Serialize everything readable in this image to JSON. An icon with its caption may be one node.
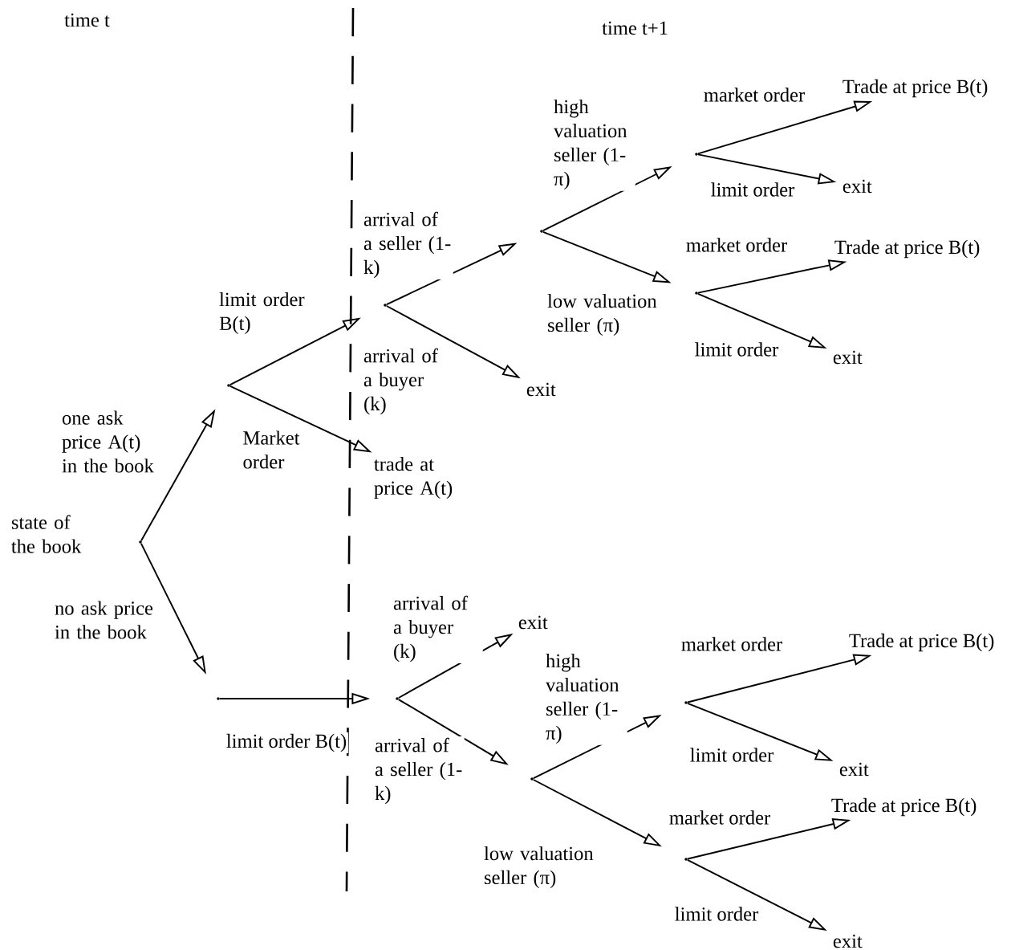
{
  "diagram": {
    "nodes": [
      {
        "text": [
          "state of the book"
        ]
      },
      {
        "text": [],
        "shape": "point"
      },
      {
        "text": [],
        "shape": "point"
      },
      {
        "text": [],
        "shape": "point"
      },
      {
        "text": [],
        "shape": "point"
      },
      {
        "text": [
          "trade at price A(t)"
        ]
      },
      {
        "text": [],
        "shape": "point"
      },
      {
        "text": [
          "exit"
        ]
      },
      {
        "text": [],
        "shape": "point"
      },
      {
        "text": [],
        "shape": "point"
      },
      {
        "text": [
          "Trade at price B(t)"
        ]
      },
      {
        "text": [
          "exit"
        ]
      },
      {
        "text": [
          "Trade at price B(t)"
        ]
      },
      {
        "text": [
          "exit"
        ]
      },
      {
        "text": [],
        "shape": "point"
      },
      {
        "text": [
          "exit"
        ]
      },
      {
        "text": [],
        "shape": "point"
      },
      {
        "text": [],
        "shape": "point"
      },
      {
        "text": [],
        "shape": "point"
      },
      {
        "text": [
          "Trade at price B(t)"
        ]
      },
      {
        "text": [
          "exit"
        ]
      },
      {
        "text": [
          "Trade at price B(t)"
        ]
      },
      {
        "text": [
          "exit"
        ]
      }
    ],
    "edges": [
      {
        "from": 1,
        "to": 2,
        "arrow": "to",
        "label": "one ask price A(t) in the book"
      },
      {
        "from": 1,
        "to": 3,
        "arrow": "to",
        "label": "no ask price in the book"
      },
      {
        "from": 2,
        "to": 4,
        "arrow": "to",
        "label": "limit order B(t)"
      },
      {
        "from": 2,
        "to": 5,
        "arrow": "to",
        "label": "Market order"
      },
      {
        "from": 3,
        "to": 14,
        "arrow": "to",
        "label": "limit order B(t)"
      },
      {
        "from": 4,
        "to": 6,
        "arrow": "to",
        "label": "arrival of a seller (1-k)"
      },
      {
        "from": 4,
        "to": 7,
        "arrow": "to",
        "label": "arrival of a buyer (k)"
      },
      {
        "from": 6,
        "to": 8,
        "arrow": "to",
        "label": "high valuation seller (1-π)"
      },
      {
        "from": 6,
        "to": 9,
        "arrow": "to",
        "label": "low valuation seller (π)"
      },
      {
        "from": 8,
        "to": 10,
        "arrow": "to",
        "label": "market order"
      },
      {
        "from": 8,
        "to": 11,
        "arrow": "to",
        "label": "limit order"
      },
      {
        "from": 9,
        "to": 12,
        "arrow": "to",
        "label": "market order"
      },
      {
        "from": 9,
        "to": 13,
        "arrow": "to",
        "label": "limit order"
      },
      {
        "from": 14,
        "to": 15,
        "arrow": "to",
        "label": "arrival of a buyer (k)"
      },
      {
        "from": 14,
        "to": 16,
        "arrow": "to",
        "label": "arrival of a seller (1-k)"
      },
      {
        "from": 16,
        "to": 17,
        "arrow": "to",
        "label": "high valuation seller (1-π)"
      },
      {
        "from": 16,
        "to": 18,
        "arrow": "to",
        "label": "low valuation seller (π)"
      },
      {
        "from": 17,
        "to": 19,
        "arrow": "to",
        "label": "market order"
      },
      {
        "from": 17,
        "to": 20,
        "arrow": "to",
        "label": "limit order"
      },
      {
        "from": 18,
        "to": 21,
        "arrow": "to",
        "label": "market order"
      },
      {
        "from": 18,
        "to": 22,
        "arrow": "to",
        "label": "limit order"
      }
    ],
    "labels": [
      "time t",
      "time t+1"
    ]
  }
}
